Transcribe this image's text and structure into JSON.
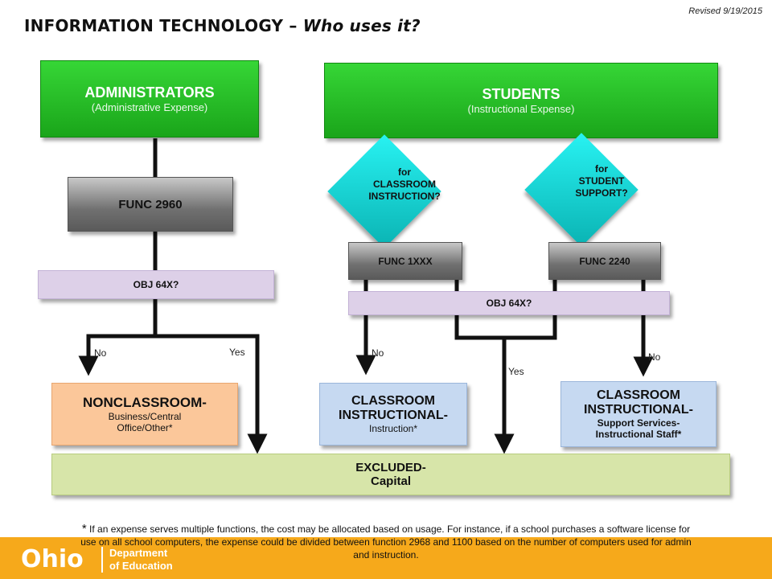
{
  "header": {
    "revised": "Revised 9/19/2015",
    "title_main": "INFORMATION TECHNOLOGY – ",
    "title_italic": "Who uses it?"
  },
  "administrators": {
    "title": "ADMINISTRATORS",
    "subtitle": "(Administrative Expense)"
  },
  "students": {
    "title": "STUDENTS",
    "subtitle": "(Instructional Expense)"
  },
  "func2960": "FUNC 2960",
  "obj_left": "OBJ  64X?",
  "diamond_classroom": {
    "line1": "for",
    "line2": "CLASSROOM",
    "line3": "INSTRUCTION?"
  },
  "diamond_support": {
    "line1": "for",
    "line2": "STUDENT",
    "line3": "SUPPORT?"
  },
  "func1xxx": "FUNC 1XXX",
  "func2240": "FUNC 2240",
  "obj_right": "OBJ  64X?",
  "labels": {
    "no1": "No",
    "yes1": "Yes",
    "no2": "No",
    "yes2": "Yes",
    "no3": "No"
  },
  "nonclassroom": {
    "title": "NONCLASSROOM-",
    "sub1": "Business/Central",
    "sub2": "Office/Other*"
  },
  "classroom_instr": {
    "line1": "CLASSROOM",
    "line2": "INSTRUCTIONAL-",
    "sub": "Instruction*"
  },
  "classroom_support": {
    "line1": "CLASSROOM",
    "line2": "INSTRUCTIONAL-",
    "sub1": "Support Services-",
    "sub2": "Instructional Staff*"
  },
  "excluded": {
    "line1": "EXCLUDED-",
    "line2": "Capital"
  },
  "footnote": {
    "star": "*",
    "text": " If an expense serves multiple functions, the cost may be allocated based on usage.  For instance, if a school purchases a software license for use on all school computers, the expense could be divided between function 2968 and 1100 based on the number of computers used for admin and instruction."
  },
  "logo": {
    "ohio": "Ohio",
    "dept1": "Department",
    "dept2": "of Education"
  },
  "colors": {
    "footer": "#f6a91b",
    "green": "#1fb51f",
    "cyan": "#17d2d2",
    "lavender": "#ddd0e8"
  }
}
